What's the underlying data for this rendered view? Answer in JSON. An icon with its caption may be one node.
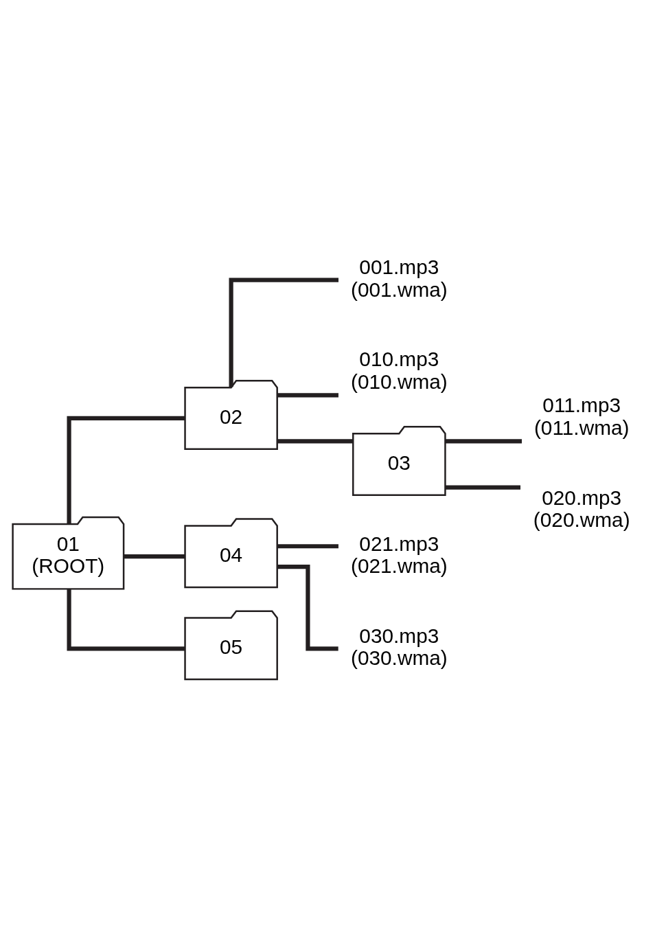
{
  "diagram": {
    "nodes": [
      {
        "text": [
          "01",
          "(ROOT)"
        ]
      },
      {
        "text": [
          "02"
        ]
      },
      {
        "text": [
          "001.mp3",
          "(001.wma)"
        ]
      },
      {
        "text": [
          "010.mp3",
          "(010.wma)"
        ]
      },
      {
        "text": [
          "03"
        ]
      },
      {
        "text": [
          "011.mp3",
          "(011.wma)"
        ]
      },
      {
        "text": [
          "020.mp3",
          "(020.wma)"
        ]
      },
      {
        "text": [
          "04"
        ]
      },
      {
        "text": [
          "021.mp3",
          "(021.wma)"
        ]
      },
      {
        "text": [
          "030.mp3",
          "(030.wma)"
        ]
      },
      {
        "text": [
          "05"
        ]
      }
    ],
    "edges": [
      {
        "from": 0,
        "to": 1,
        "arrow": "none"
      },
      {
        "from": 1,
        "to": 2,
        "arrow": "none"
      },
      {
        "from": 1,
        "to": 3,
        "arrow": "none"
      },
      {
        "from": 1,
        "to": 4,
        "arrow": "none"
      },
      {
        "from": 4,
        "to": 5,
        "arrow": "none"
      },
      {
        "from": 4,
        "to": 6,
        "arrow": "none"
      },
      {
        "from": 0,
        "to": 7,
        "arrow": "none"
      },
      {
        "from": 7,
        "to": 8,
        "arrow": "none"
      },
      {
        "from": 7,
        "to": 9,
        "arrow": "none"
      },
      {
        "from": 0,
        "to": 10,
        "arrow": "none"
      }
    ]
  }
}
